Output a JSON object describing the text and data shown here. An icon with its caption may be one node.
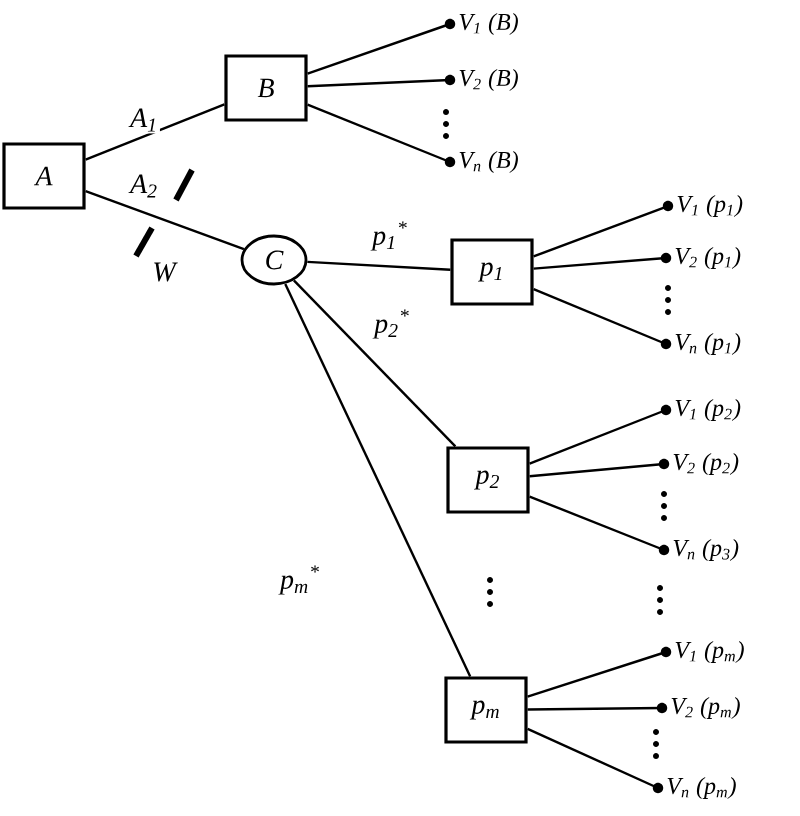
{
  "diagram": {
    "nodes": [
      {
        "text": [
          "A"
        ]
      },
      {
        "text": [
          "B"
        ]
      },
      {
        "text": [
          "V$_{1}$ (B)"
        ]
      },
      {
        "text": [
          "V$_{2}$ (B)"
        ]
      },
      {
        "text": [
          "V$_{n}$ (B)"
        ]
      },
      {
        "text": [
          "C"
        ]
      },
      {
        "text": [
          "p$_{1}$"
        ]
      },
      {
        "text": [
          "V$_{1}$ (p$_{1}$)"
        ]
      },
      {
        "text": [
          "V$_{2}$ (p$_{1}$)"
        ]
      },
      {
        "text": [
          "V$_{n}$ (p$_{1}$)"
        ]
      },
      {
        "text": [
          "p$_{2}$"
        ]
      },
      {
        "text": [
          "V$_{1}$ (p$_{2}$)"
        ]
      },
      {
        "text": [
          "V$_{2}$ (p$_{2}$)"
        ]
      },
      {
        "text": [
          "V$_{n}$ (p$_{3}$)"
        ]
      },
      {
        "text": [
          "p$_{m}$"
        ]
      },
      {
        "text": [
          "V$_{1}$ (p$_{m}$)"
        ]
      },
      {
        "text": [
          "V$_{2}$ (p$_{m}$)"
        ]
      },
      {
        "text": [
          "V$_{n}$ (p$_{m}$)"
        ]
      }
    ],
    "edges": [
      {
        "from": 0,
        "to": 1,
        "arrow": "none",
        "label": "A$_{1}$"
      },
      {
        "from": 0,
        "to": 5,
        "arrow": "none",
        "label": "A$_{2}$"
      },
      {
        "from": 1,
        "to": 2,
        "arrow": "none"
      },
      {
        "from": 1,
        "to": 3,
        "arrow": "none"
      },
      {
        "from": 1,
        "to": 4,
        "arrow": "none"
      },
      {
        "from": 5,
        "to": 6,
        "arrow": "none",
        "label": "p$_{1}$$^{*}$"
      },
      {
        "from": 5,
        "to": 10,
        "arrow": "none",
        "label": "p$_{2}$$^{*}$"
      },
      {
        "from": 5,
        "to": 14,
        "arrow": "none",
        "label": "p$_{m}$$^{*}$"
      },
      {
        "from": 6,
        "to": 7,
        "arrow": "none"
      },
      {
        "from": 6,
        "to": 8,
        "arrow": "none"
      },
      {
        "from": 6,
        "to": 9,
        "arrow": "none"
      },
      {
        "from": 10,
        "to": 11,
        "arrow": "none"
      },
      {
        "from": 10,
        "to": 12,
        "arrow": "none"
      },
      {
        "from": 10,
        "to": 13,
        "arrow": "none"
      },
      {
        "from": 14,
        "to": 15,
        "arrow": "none"
      },
      {
        "from": 14,
        "to": 16,
        "arrow": "none"
      },
      {
        "from": 14,
        "to": 17,
        "arrow": "none"
      }
    ],
    "labels": [
      "W"
    ]
  }
}
